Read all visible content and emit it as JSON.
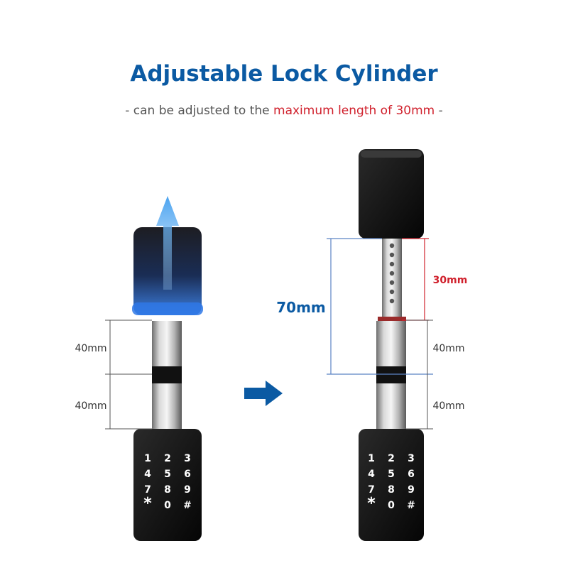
{
  "heading": {
    "title": "Adjustable Lock Cylinder",
    "subtitle_prefix": "- can be adjusted to the ",
    "subtitle_highlight": "maximum length of 30mm",
    "subtitle_suffix": " -"
  },
  "colors": {
    "title": "#0b5aa3",
    "highlight": "#d0202c",
    "label": "#333333",
    "arrow": "#0b5aa3",
    "bracket_blue": "#5b83c4",
    "bracket_red": "#d0202c"
  },
  "left_lock": {
    "dim_upper": "40mm",
    "dim_lower": "40mm",
    "keypad": [
      "1",
      "2",
      "3",
      "4",
      "5",
      "6",
      "7",
      "8",
      "9",
      "*",
      "0",
      "#"
    ]
  },
  "right_lock": {
    "dim_total": "70mm",
    "dim_extension": "30mm",
    "dim_upper": "40mm",
    "dim_lower": "40mm",
    "keypad": [
      "1",
      "2",
      "3",
      "4",
      "5",
      "6",
      "7",
      "8",
      "9",
      "*",
      "0",
      "#"
    ]
  },
  "icons": {
    "pull_arrow": "up-arrow-icon",
    "transition_arrow": "right-arrow-icon"
  }
}
